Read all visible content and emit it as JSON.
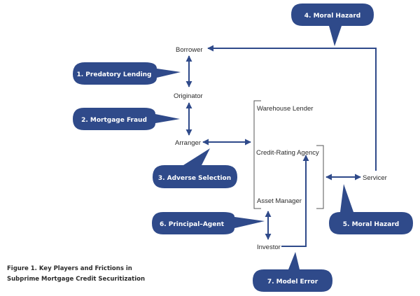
{
  "colors": {
    "accent": "#2f4a8a",
    "text": "#2b2b2b",
    "bracket": "#555555"
  },
  "nodes": {
    "borrower": "Borrower",
    "originator": "Originator",
    "arranger": "Arranger",
    "warehouse_lender": "Warehouse Lender",
    "credit_rating_agency": "Credit-Rating Agency",
    "asset_manager": "Asset Manager",
    "servicer": "Servicer",
    "investor": "Investor"
  },
  "callouts": {
    "predatory_lending": "1. Predatory Lending",
    "mortgage_fraud": "2. Mortgage Fraud",
    "adverse_selection": "3. Adverse Selection",
    "moral_hazard_top": "4. Moral Hazard",
    "moral_hazard_servicer": "5. Moral Hazard",
    "principal_agent": "6. Principal–Agent",
    "model_error": "7. Model Error"
  },
  "caption": {
    "line1": "Figure 1. Key Players and Frictions in",
    "line2": "Subprime Mortgage Credit Securitization"
  }
}
